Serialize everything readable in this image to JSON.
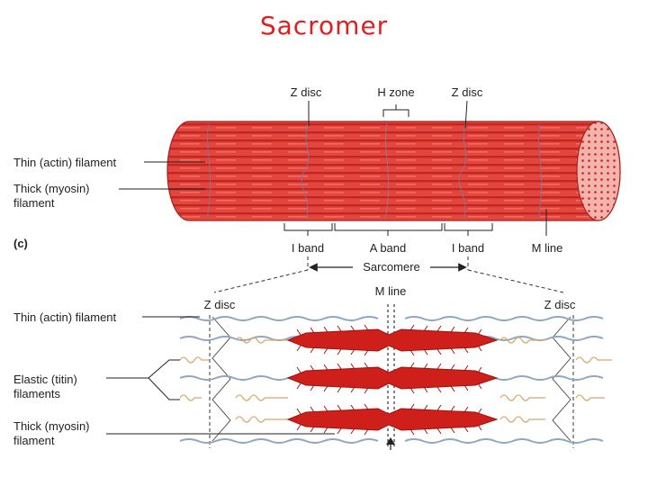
{
  "slide": {
    "title": "Sacromer"
  },
  "figure_top": {
    "z_disc_left": "Z disc",
    "h_zone": "H zone",
    "z_disc_right": "Z disc",
    "thin_filament": "Thin (actin) filament",
    "thick_filament_line1": "Thick (myosin)",
    "thick_filament_line2": "filament",
    "panel_label": "(c)",
    "i_band_left": "I band",
    "a_band": "A band",
    "i_band_right": "I band",
    "m_line": "M line",
    "sarcomere": "Sarcomere"
  },
  "figure_bottom": {
    "m_line": "M line",
    "z_disc_left": "Z disc",
    "z_disc_right": "Z disc",
    "thin_filament": "Thin (actin) filament",
    "elastic_line1": "Elastic (titin)",
    "elastic_line2": "filaments",
    "thick_line1": "Thick (myosin)",
    "thick_line2": "filament"
  },
  "colors": {
    "title": "#e0201f",
    "muscle_red": "#e2463f",
    "muscle_dark": "#c2261f",
    "cross_section": "#f2a9a4",
    "actin": "#8fa7c0",
    "titin": "#d9a86b",
    "myosin": "#cf1f1a"
  }
}
